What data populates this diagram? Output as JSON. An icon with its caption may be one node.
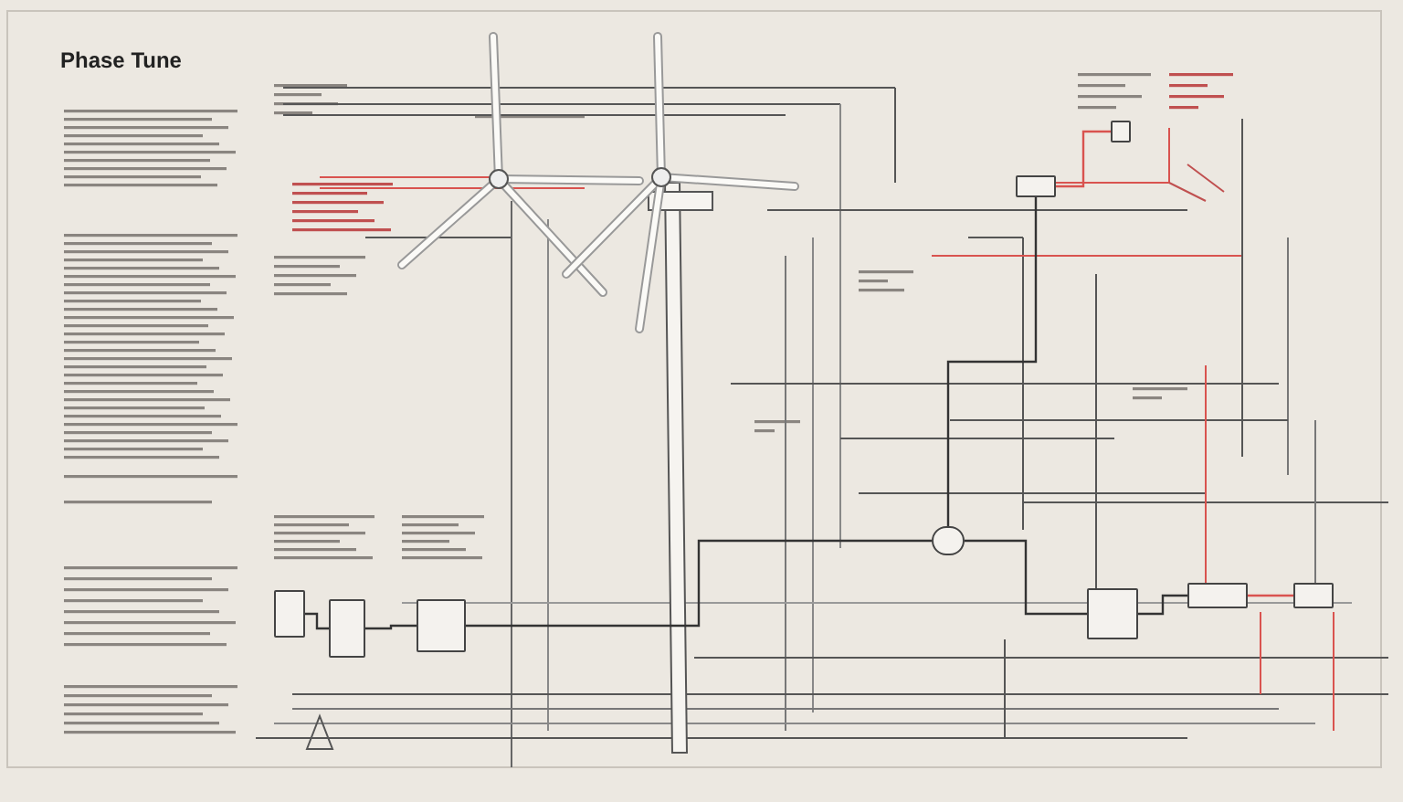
{
  "diagram": {
    "title": "Phase Tune",
    "nodes": [
      {
        "text": [],
        "shape": "box"
      },
      {
        "text": [],
        "shape": "box"
      },
      {
        "text": [],
        "shape": "box"
      },
      {
        "text": [],
        "shape": "circle"
      },
      {
        "text": [],
        "shape": "box"
      },
      {
        "text": [],
        "shape": "box"
      },
      {
        "text": [],
        "shape": "box"
      },
      {
        "text": [],
        "shape": "box"
      },
      {
        "text": [],
        "shape": "box"
      }
    ],
    "edges": [
      {
        "from": 0,
        "to": 1,
        "arrow": "none"
      },
      {
        "from": 1,
        "to": 2,
        "arrow": "none"
      },
      {
        "from": 2,
        "to": 3,
        "arrow": "none"
      },
      {
        "from": 3,
        "to": 4,
        "arrow": "none"
      },
      {
        "from": 4,
        "to": 5,
        "arrow": "none"
      },
      {
        "from": 5,
        "to": 6,
        "arrow": "none",
        "color": "#d9534f"
      },
      {
        "from": 7,
        "to": 8,
        "arrow": "none",
        "color": "#d9534f"
      },
      {
        "from": 7,
        "to": 3,
        "arrow": "none"
      }
    ]
  }
}
